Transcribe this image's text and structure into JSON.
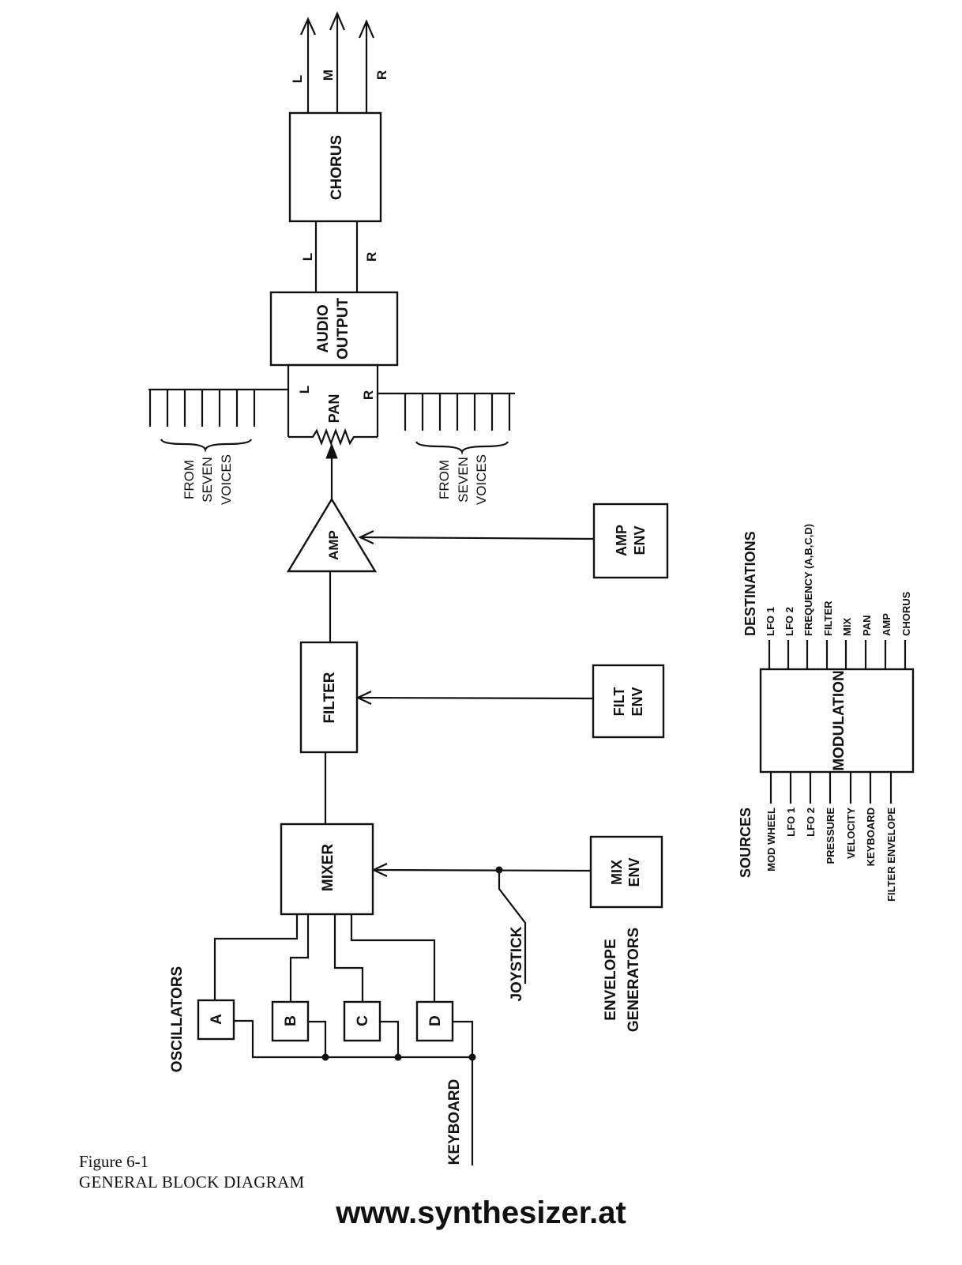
{
  "blocks": {
    "chorus": "CHORUS",
    "audio_output": [
      "AUDIO",
      "OUTPUT"
    ],
    "pan": "PAN",
    "pan_left": "L",
    "pan_right": "R",
    "amp": "AMP",
    "filter": "FILTER",
    "mixer": "MIXER",
    "amp_env": [
      "AMP",
      "ENV"
    ],
    "filt_env": [
      "FILT",
      "ENV"
    ],
    "mix_env": [
      "MIX",
      "ENV"
    ],
    "modulation": "MODULATION",
    "osc_a": "A",
    "osc_b": "B",
    "osc_c": "C",
    "osc_d": "D"
  },
  "outputs": {
    "left": "L",
    "mono": "M",
    "right": "R"
  },
  "chorus_inputs": {
    "left": "L",
    "right": "R"
  },
  "voices_note": [
    "FROM",
    "SEVEN",
    "VOICES"
  ],
  "labels": {
    "oscillators": "OSCILLATORS",
    "keyboard": "KEYBOARD",
    "joystick": "JOYSTICK",
    "envelope_generators": [
      "ENVELOPE",
      "GENERATORS"
    ],
    "sources": "SOURCES",
    "destinations": "DESTINATIONS"
  },
  "modulation_sources": [
    "MOD WHEEL",
    "LFO 1",
    "LFO 2",
    "PRESSURE",
    "VELOCITY",
    "KEYBOARD",
    "FILTER ENVELOPE"
  ],
  "modulation_destinations": [
    "LFO 1",
    "LFO 2",
    "FREQUENCY (A,B,C,D)",
    "FILTER",
    "MIX",
    "PAN",
    "AMP",
    "CHORUS"
  ],
  "caption": {
    "figure": "Figure 6-1",
    "title": "GENERAL BLOCK DIAGRAM"
  },
  "watermark": "www.synthesizer.at"
}
